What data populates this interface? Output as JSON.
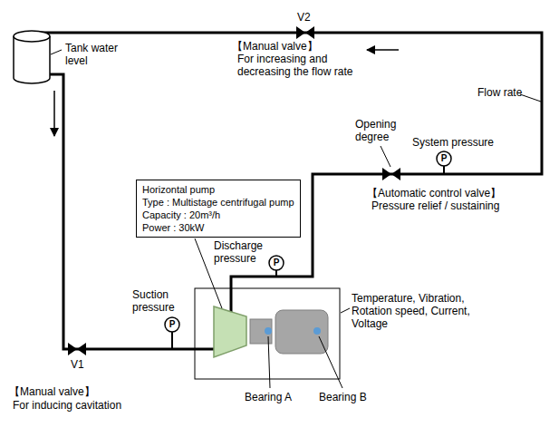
{
  "diagram": {
    "nodes": [
      {
        "text": [
          "Horizontal pump",
          "Type : Multistage centrifugal pump",
          "Capacity : 20m³/h",
          "Power : 30kW"
        ]
      }
    ],
    "labels": [
      "V2",
      "Tank water level",
      "【Manual valve】",
      "For increasing and decreasing the flow rate",
      "Flow rate",
      "Opening degree",
      "System pressure",
      "P",
      "【Automatic control valve】",
      "Pressure relief / sustaining",
      "Discharge pressure",
      "P",
      "Suction pressure",
      "P",
      "Temperature, Vibration, Rotation speed, Current, Voltage",
      "V1",
      "Bearing A",
      "Bearing B",
      "【Manual valve】",
      "For inducing cavitation"
    ]
  }
}
